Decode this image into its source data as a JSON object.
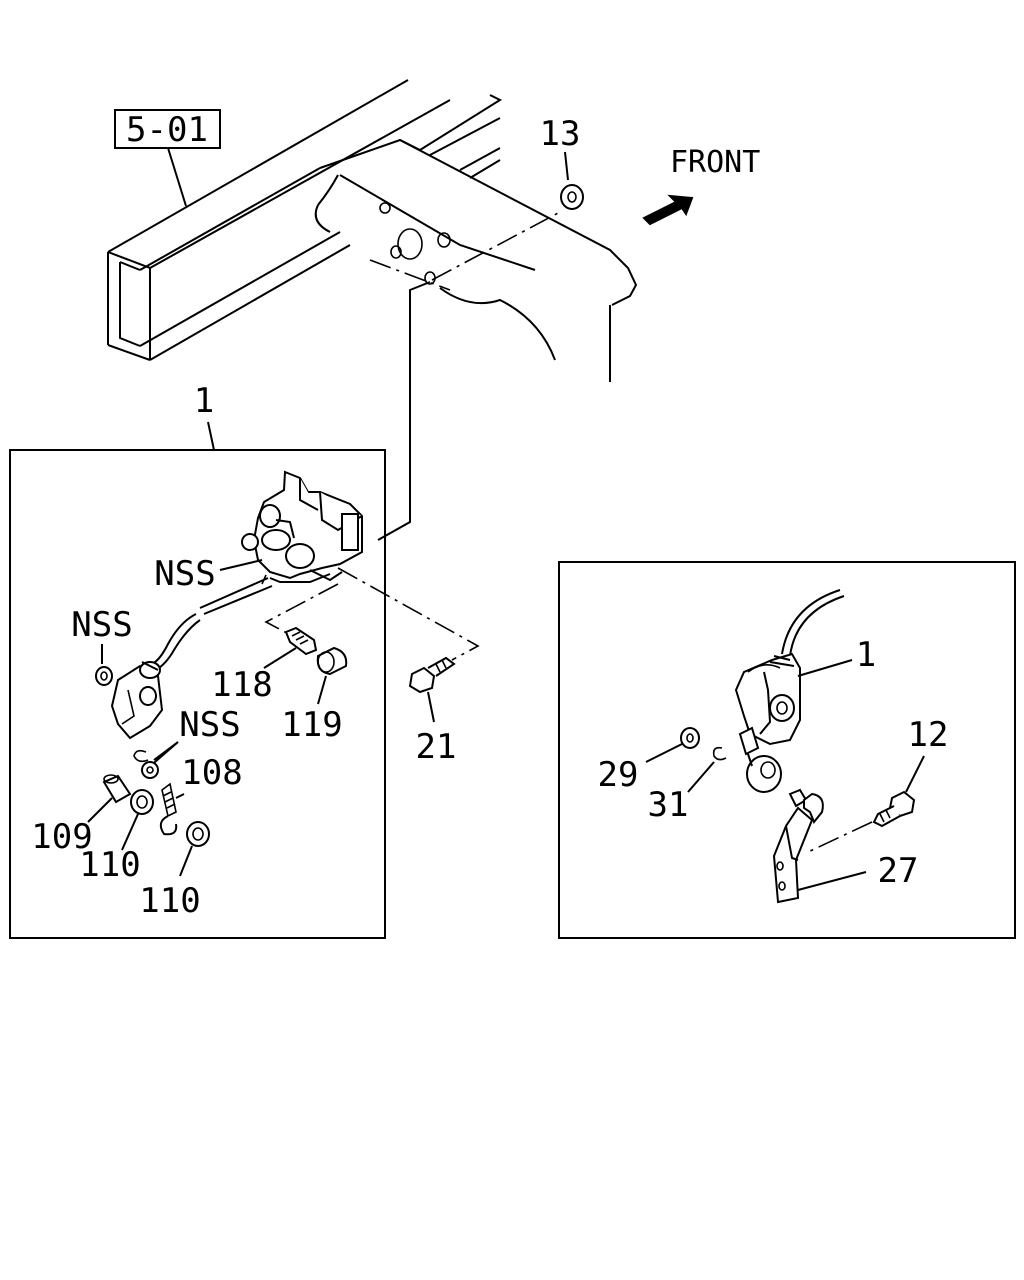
{
  "reference_box": "5-01",
  "direction_label": "FRONT",
  "callouts": {
    "p13": "13",
    "p1_main": "1",
    "nss_valve": "NSS",
    "nss_bracket": "NSS",
    "nss_clip": "NSS",
    "p118": "118",
    "p119": "119",
    "p21": "21",
    "p108": "108",
    "p109": "109",
    "p110_a": "110",
    "p110_b": "110",
    "p1_detail": "1",
    "p12": "12",
    "p29": "29",
    "p31": "31",
    "p27": "27"
  }
}
